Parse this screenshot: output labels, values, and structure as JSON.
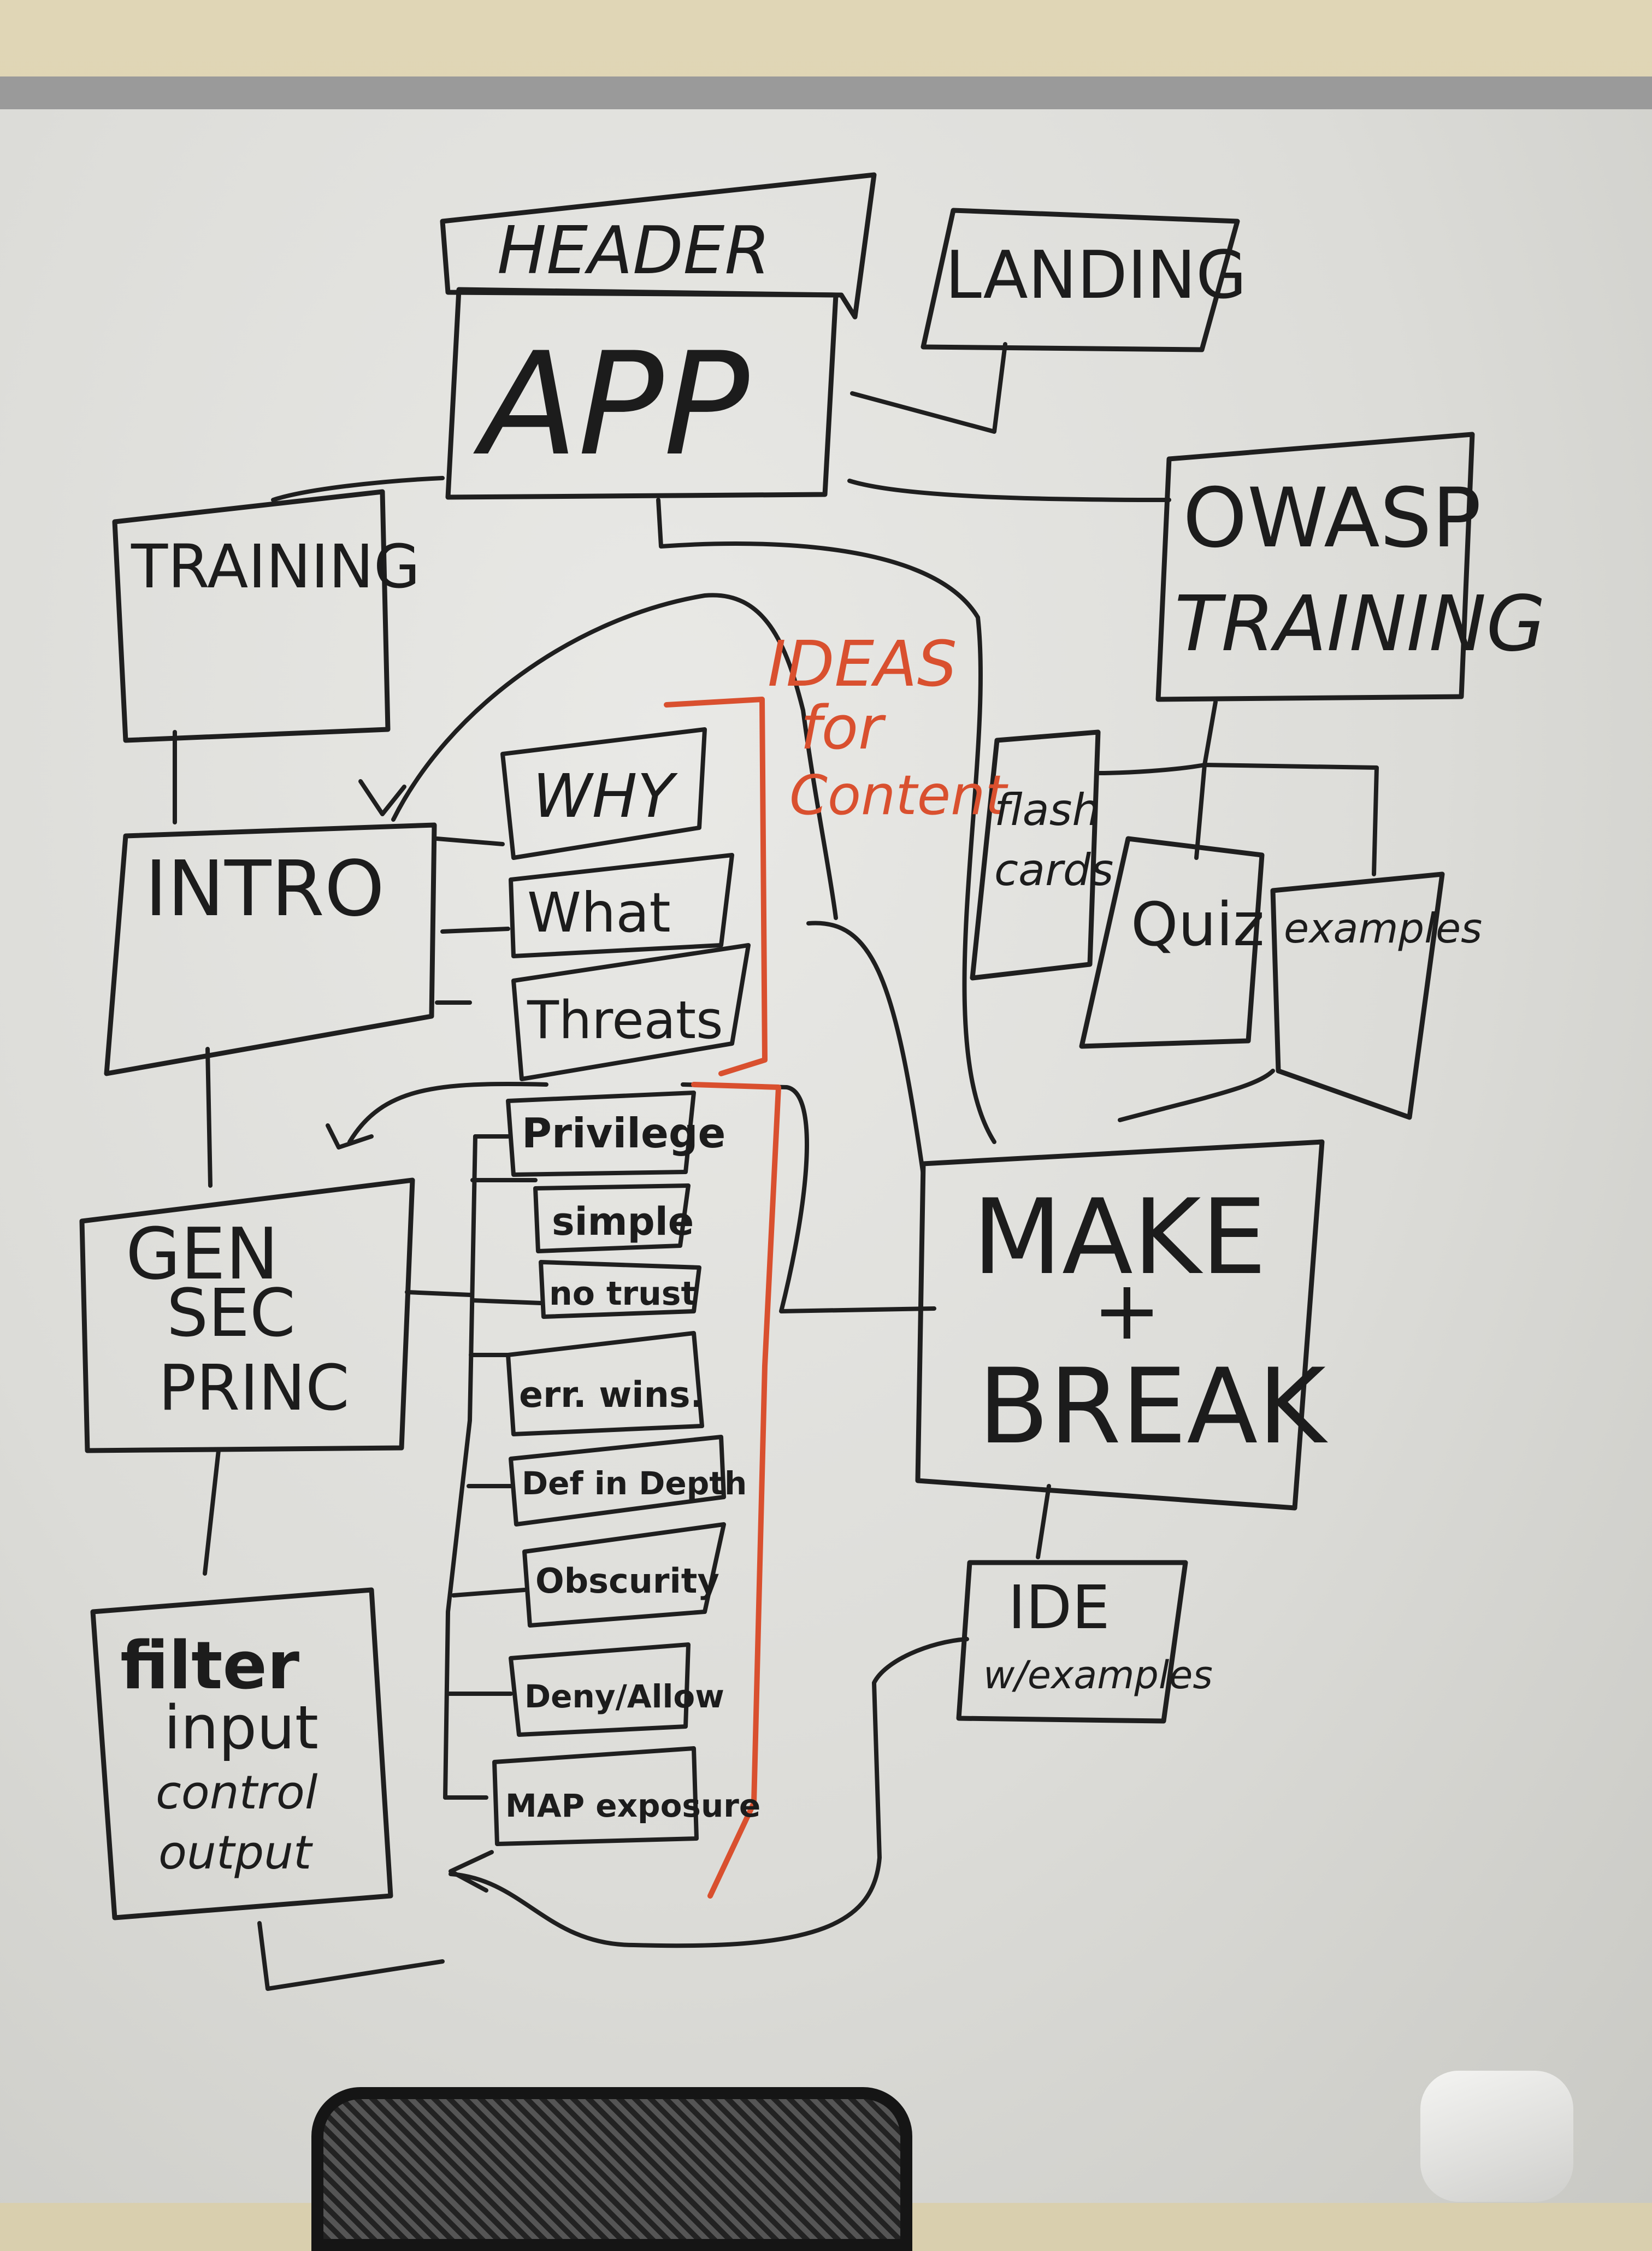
{
  "nodes": {
    "header": "HEADER",
    "app": "APP",
    "landing": "LANDING",
    "owasp": [
      "OWASP",
      "TRAINING"
    ],
    "training": "TRAINING",
    "intro": "INTRO",
    "why": "WHY",
    "what": "What",
    "threats": "Threats",
    "flash": [
      "flash",
      "cards"
    ],
    "quiz": "Quiz",
    "examples": "examples",
    "gen_sec": [
      "GEN",
      "SEC",
      "PRINC"
    ],
    "make_break": [
      "MAKE",
      "+",
      "BREAK"
    ],
    "filter": [
      "filter",
      "input",
      "control",
      "output"
    ],
    "ide": [
      "IDE",
      "w/examples"
    ],
    "principles": [
      "Privilege",
      "simple",
      "no trust",
      "err. wins.",
      "Def in Depth",
      "Obscurity",
      "Deny/Allow",
      "MAP exposure"
    ]
  },
  "ideas": [
    "IDEAS",
    "for",
    "Content"
  ],
  "colors": {
    "ink": "#1f1f1f",
    "marker_red": "#d9502f",
    "board": "#e2e2df"
  }
}
